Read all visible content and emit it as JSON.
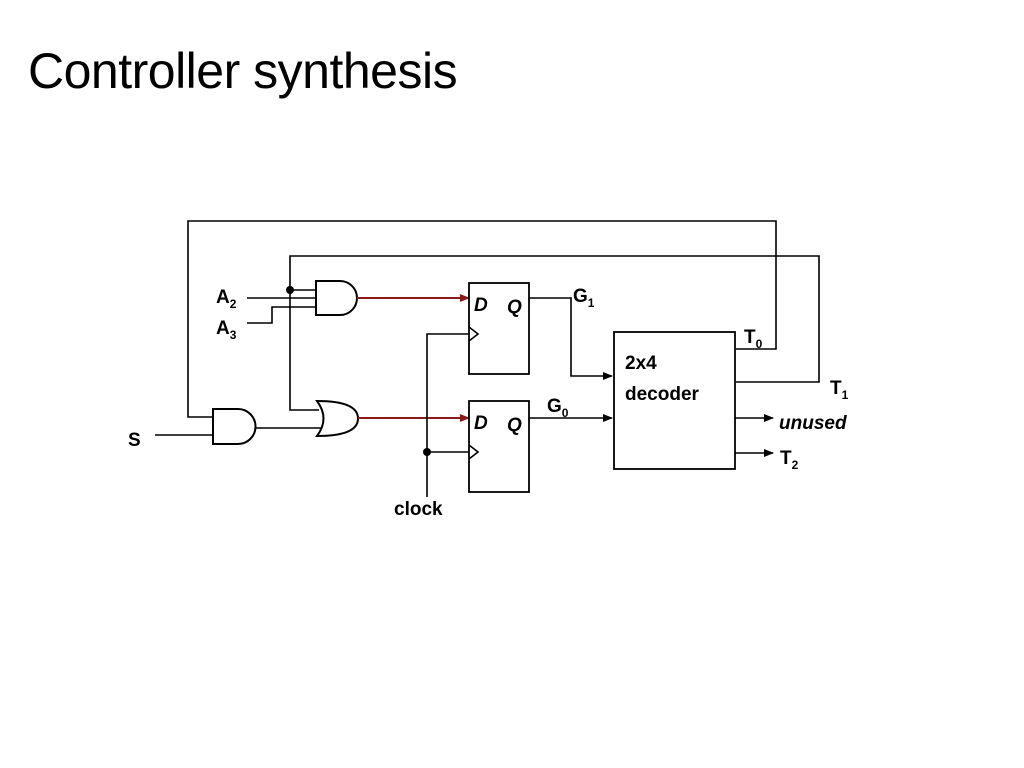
{
  "slide": {
    "title": "Controller synthesis"
  },
  "signals": {
    "a2": {
      "main": "A",
      "sub": "2"
    },
    "a3": {
      "main": "A",
      "sub": "3"
    },
    "s": "S",
    "clock": "clock",
    "g1": {
      "main": "G",
      "sub": "1"
    },
    "g0": {
      "main": "G",
      "sub": "0"
    },
    "t0": {
      "main": "T",
      "sub": "0"
    },
    "t1": {
      "main": "T",
      "sub": "1"
    },
    "t2": {
      "main": "T",
      "sub": "2"
    },
    "unused": "unused"
  },
  "flipflops": {
    "top": {
      "d": "D",
      "q": "Q"
    },
    "bottom": {
      "d": "D",
      "q": "Q"
    }
  },
  "decoder": {
    "line1": "2x4",
    "line2": "decoder"
  },
  "colors": {
    "highlight_wire": "#8b1a1a",
    "wire": "#000000"
  }
}
